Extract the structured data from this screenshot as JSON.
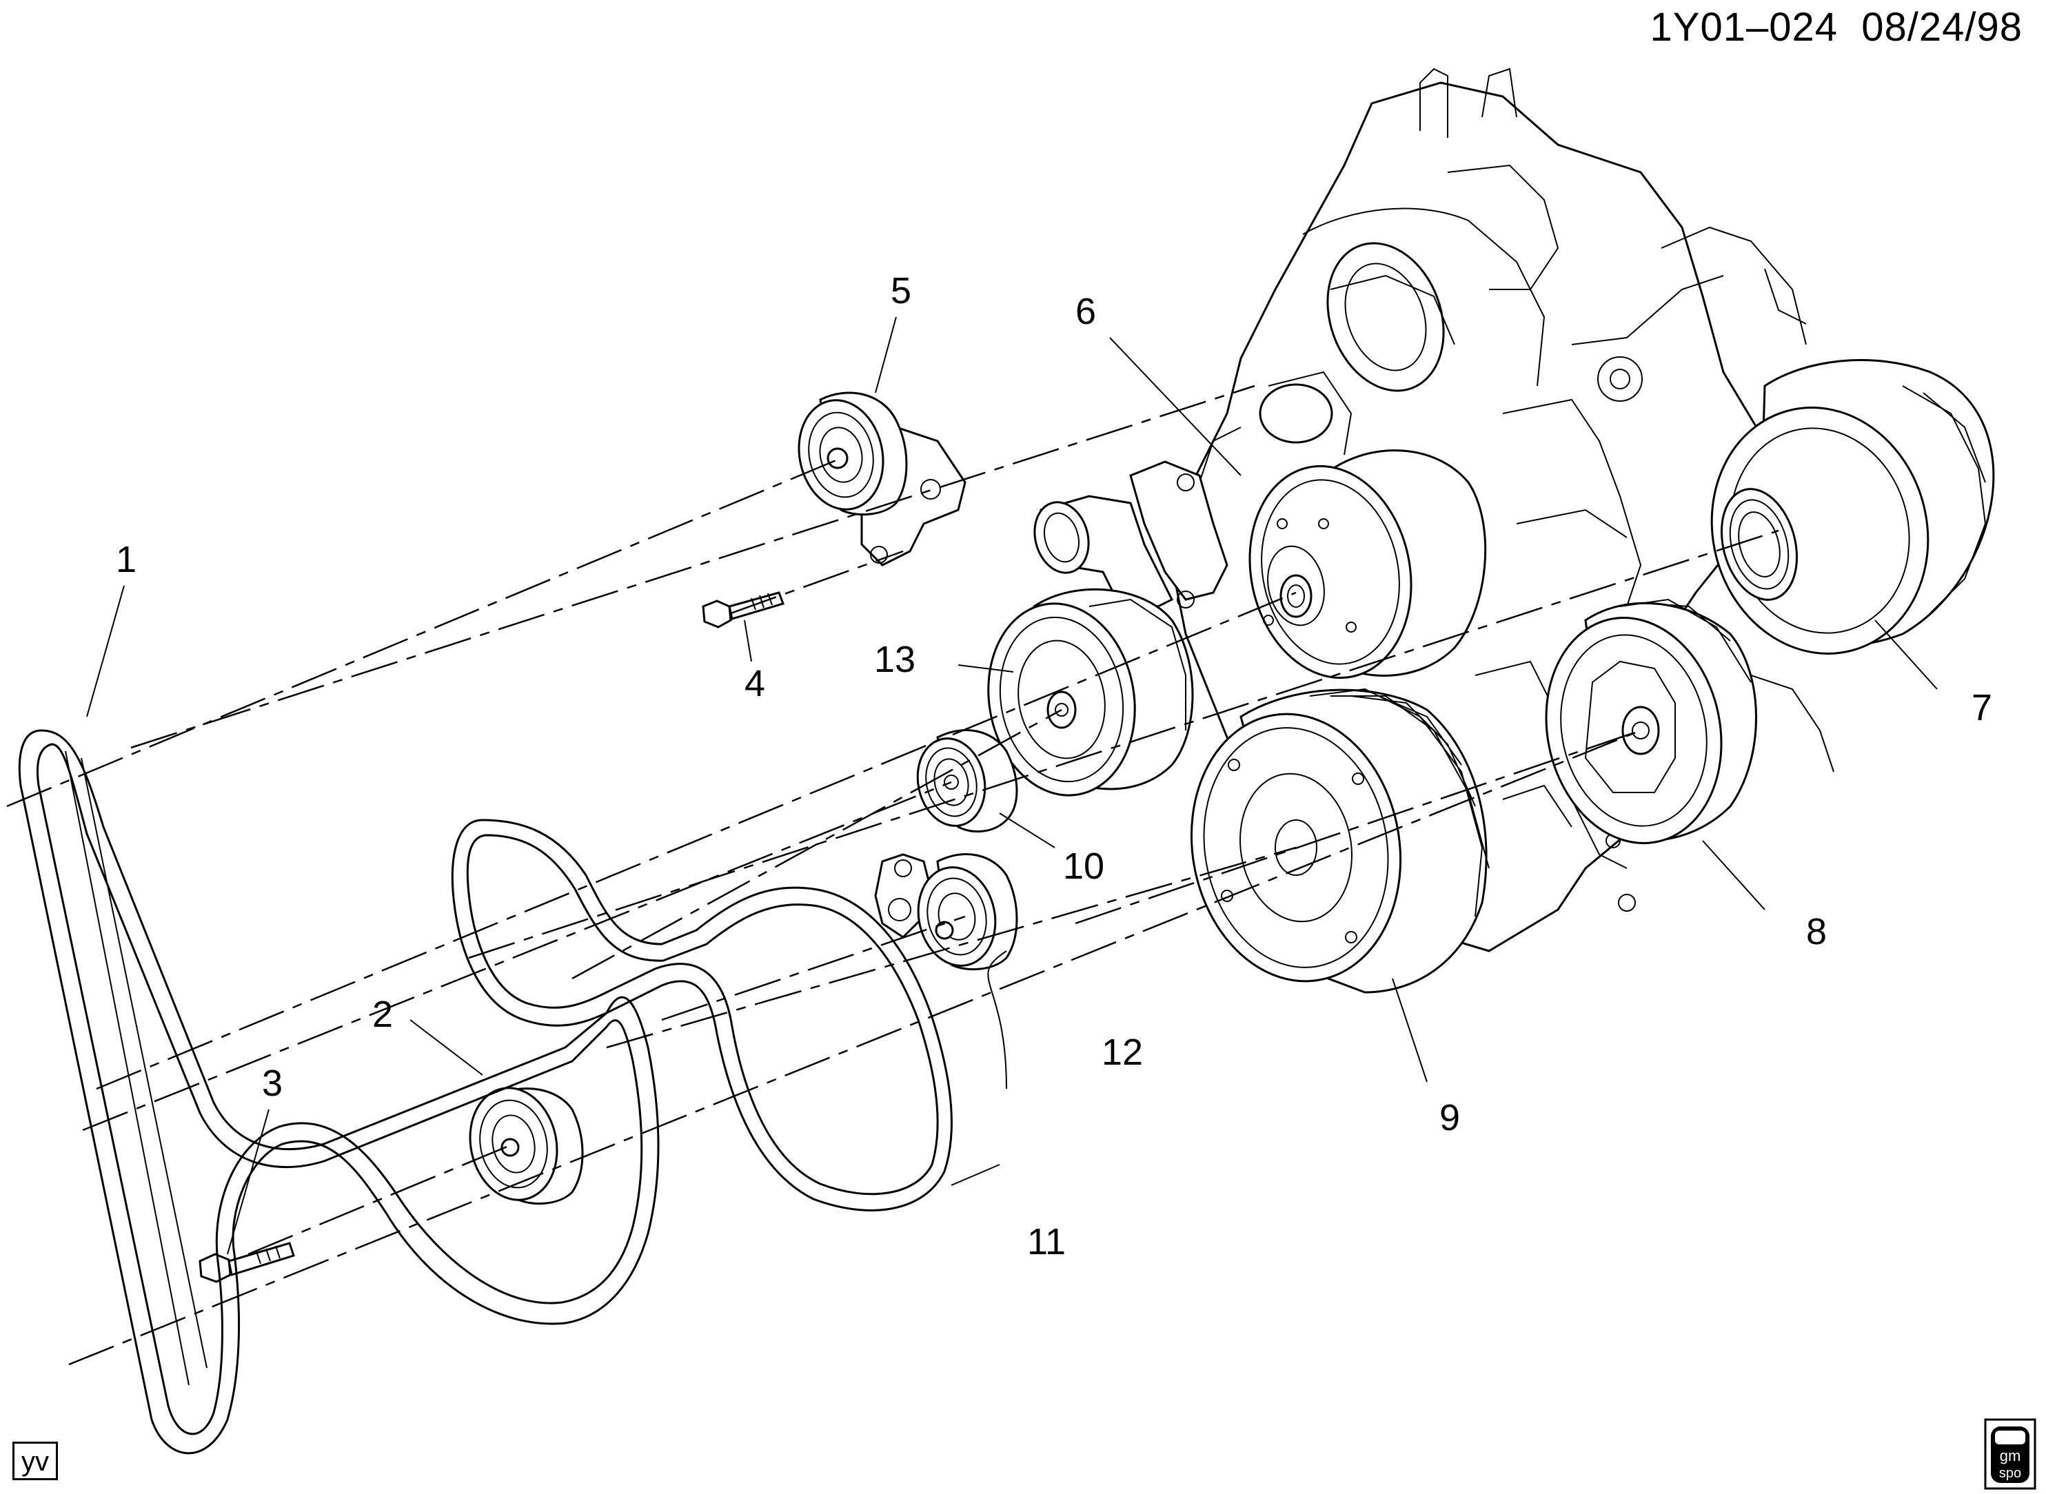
{
  "header": {
    "drawing_id": "1Y01–024",
    "date": "08/24/98"
  },
  "corner_tag": "yv",
  "logo": {
    "line1": "gm",
    "line2": "spo"
  },
  "callouts": [
    "1",
    "2",
    "3",
    "4",
    "5",
    "6",
    "7",
    "8",
    "9",
    "10",
    "11",
    "12",
    "13"
  ]
}
